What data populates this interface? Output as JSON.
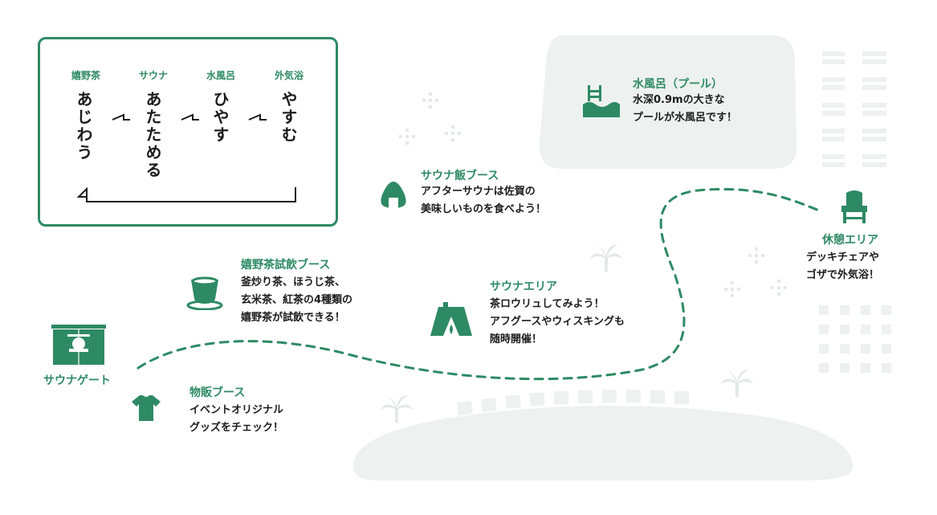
{
  "colors": {
    "accent": "#2e8a64",
    "background_shape": "#edf1ef",
    "text": "#1b1b1b"
  },
  "flow": {
    "steps": [
      {
        "head": "嬉野茶",
        "verb": "あじわう"
      },
      {
        "head": "サウナ",
        "verb": "あたためる"
      },
      {
        "head": "水風呂",
        "verb": "ひやす"
      },
      {
        "head": "外気浴",
        "verb": "やすむ"
      }
    ]
  },
  "spots": {
    "pool": {
      "title": "水風呂（プール）",
      "lines": [
        "水深0.9mの大きな",
        "プールが水風呂です！"
      ],
      "icon": "pool-icon"
    },
    "food": {
      "title": "サウナ飯ブース",
      "lines": [
        "アフターサウナは佐賀の",
        "美味しいものを食べよう！"
      ],
      "icon": "onigiri-icon"
    },
    "rest": {
      "title": "休憩エリア",
      "lines": [
        "デッキチェアや",
        "ゴザで外気浴！"
      ],
      "icon": "deck-chair-icon"
    },
    "tea": {
      "title": "嬉野茶試飲ブース",
      "lines": [
        "釜炒り茶、ほうじ茶、",
        "玄米茶、紅茶の4種類の",
        "嬉野茶が試飲できる！"
      ],
      "icon": "teacup-icon"
    },
    "sauna": {
      "title": "サウナエリア",
      "lines": [
        "茶ロウリュしてみよう！",
        "アフグースやウィスキングも",
        "随時開催！"
      ],
      "icon": "tent-icon"
    },
    "gate": {
      "title": "サウナゲート",
      "icon": "noren-gate-icon"
    },
    "goods": {
      "title": "物販ブース",
      "lines": [
        "イベントオリジナル",
        "グッズをチェック！"
      ],
      "icon": "tshirt-icon"
    }
  }
}
